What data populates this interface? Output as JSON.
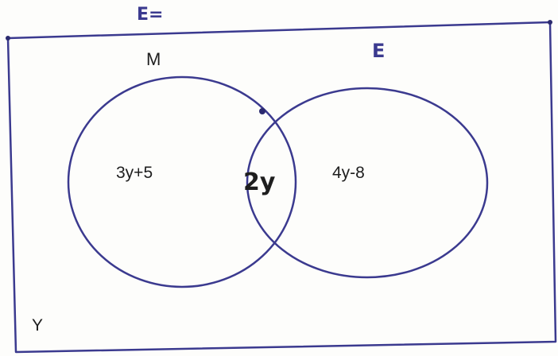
{
  "universal_label": "E=",
  "sets": [
    {
      "name": "M",
      "region_value": "3y+5"
    },
    {
      "name": "E",
      "region_value": "4y-8"
    }
  ],
  "intersection_value": "2y",
  "outside_value": "Y",
  "colors": {
    "ink": "#3b3a8f",
    "text": "#1e1e1e",
    "paper": "#fdfdfb"
  }
}
